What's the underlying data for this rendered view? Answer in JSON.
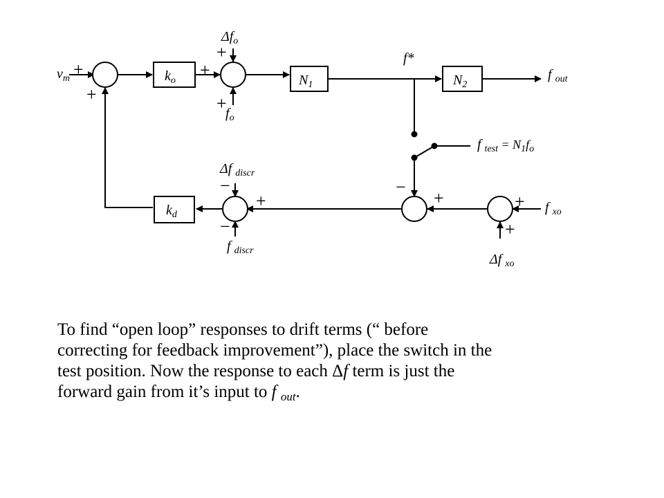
{
  "diagram": {
    "blocks": {
      "ko": {
        "main": "k",
        "sub": "o"
      },
      "n1": {
        "main": "N",
        "sub": "1"
      },
      "n2": {
        "main": "N",
        "sub": "2"
      },
      "kd": {
        "main": "k",
        "sub": "d"
      }
    },
    "signals": {
      "vm": {
        "main": "v",
        "sub": "m"
      },
      "delta_fo": {
        "main": "Δf",
        "sub": "o"
      },
      "fo": {
        "main": "f",
        "sub": "o"
      },
      "fstar": {
        "main": "f*"
      },
      "fout": {
        "main": "f ",
        "sub": "out"
      },
      "ftest": {
        "main": "f ",
        "sub": "test",
        "rest": " = N",
        "sub2": "1",
        "rest2": "f",
        "sub3": "o"
      },
      "delta_fdiscr": {
        "main": "Δf ",
        "sub": "discr"
      },
      "fdiscr": {
        "main": "f ",
        "sub": "discr"
      },
      "fxo": {
        "main": "f ",
        "sub": "xo"
      },
      "delta_fxo": {
        "main": "Δf ",
        "sub": "xo"
      }
    },
    "signs": {
      "sum1_left": "+",
      "sum1_bottom": "+",
      "sum2_top": "+",
      "sum2_left": "+",
      "sum2_bottom": "+",
      "sum3_top": "−",
      "sum3_right": "+",
      "sum3_bottom": "−",
      "sum4_top": "−",
      "sum4_right": "+",
      "sum5_right": "+",
      "sum5_bottom": "+"
    }
  },
  "caption": {
    "line1": "To find “open loop” responses to drift terms (“ before",
    "line2": "correcting for feedback improvement”),  place the switch in the",
    "line3_a": "test position.  Now the response to each ",
    "line3_delta": "Δ",
    "line3_f": "f",
    "line3_b": "  term is just the",
    "line4_a": "forward gain from it’s input to ",
    "line4_f": "f ",
    "line4_sub": "out",
    "line4_end": "."
  }
}
